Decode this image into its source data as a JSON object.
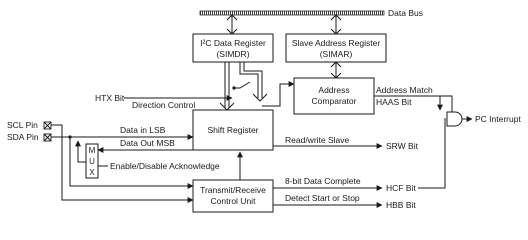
{
  "bus": {
    "label": "Data Bus"
  },
  "blocks": {
    "simdr": {
      "line1": "I²C Data Register",
      "line2": "(SIMDR)"
    },
    "simar": {
      "line1": "Slave Address Register",
      "line2": "(SIMAR)"
    },
    "comparator": {
      "line1": "Address",
      "line2": "Comparator"
    },
    "shift": {
      "line1": "Shift Register"
    },
    "mux": {
      "letters": [
        "M",
        "U",
        "X"
      ]
    },
    "control": {
      "line1": "Transmit/Receive",
      "line2": "Control Unit"
    }
  },
  "pins": {
    "scl": "SCL Pin",
    "sda": "SDA Pin"
  },
  "inputs": {
    "htx": "HTX Bit"
  },
  "signals": {
    "direction": "Direction Control",
    "data_in": "Data in LSB",
    "data_out": "Data Out MSB",
    "enable_ack": "Enable/Disable Acknowledge",
    "read_write": "Read/write Slave",
    "address_match": "Address Match",
    "haas": "HAAS Bit",
    "eight_bit": "8-bit Data Complete",
    "detect": "Detect Start or Stop"
  },
  "outputs": {
    "pc_interrupt": "PC Interrupt",
    "srw": "SRW Bit",
    "hcf": "HCF Bit",
    "hbb": "HBB Bit"
  }
}
